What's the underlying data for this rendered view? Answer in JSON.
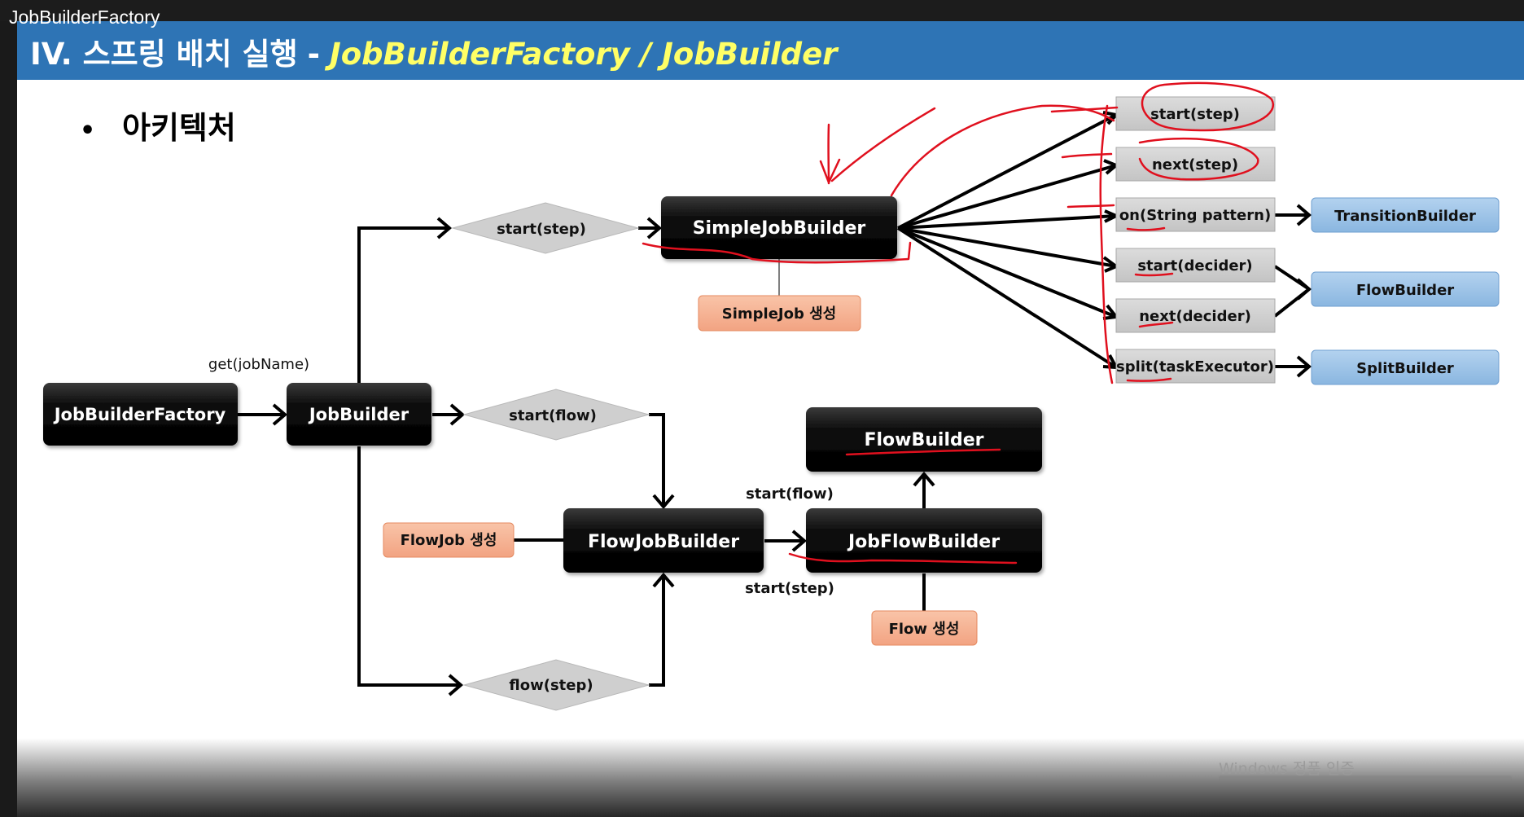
{
  "video_title": "JobBuilderFactory",
  "slide": {
    "header_main": "IV. 스프링 배치 실행",
    "header_sep": "-",
    "header_sub": "JobBuilderFactory / JobBuilder",
    "bullet": "•",
    "section_title": "아키텍처"
  },
  "diagram": {
    "nodes": {
      "job_builder_factory": "JobBuilderFactory",
      "job_builder": "JobBuilder",
      "simple_job_builder": "SimpleJobBuilder",
      "flow_job_builder": "FlowJobBuilder",
      "job_flow_builder": "JobFlowBuilder",
      "flow_builder_top": "FlowBuilder"
    },
    "notes": {
      "simplejob_create": "SimpleJob 생성",
      "flowjob_create": "FlowJob 생성",
      "flow_create": "Flow 생성"
    },
    "diamonds": {
      "start_step": "start(step)",
      "start_flow": "start(flow)",
      "flow_step": "flow(step)"
    },
    "edge_labels": {
      "get_job_name": "get(jobName)",
      "start_flow": "start(flow)",
      "start_step": "start(step)"
    },
    "methods": [
      "start(step)",
      "next(step)",
      "on(String pattern)",
      "start(decider)",
      "next(decider)",
      "split(taskExecutor)"
    ],
    "targets": {
      "transition_builder": "TransitionBuilder",
      "flow_builder": "FlowBuilder",
      "split_builder": "SplitBuilder"
    }
  },
  "overlay": {
    "watermark": "Windows 정품 인증"
  },
  "colors": {
    "header_bg": "#2e74b5",
    "header_sub": "#ffff66",
    "black_box": "#0d0d0d",
    "note_fill": "#f4b08f",
    "method_fill": "#d0d0d0",
    "target_fill": "#9cc3e6",
    "diamond_fill": "#cfcfcf",
    "annotation_red": "#e0101e"
  }
}
